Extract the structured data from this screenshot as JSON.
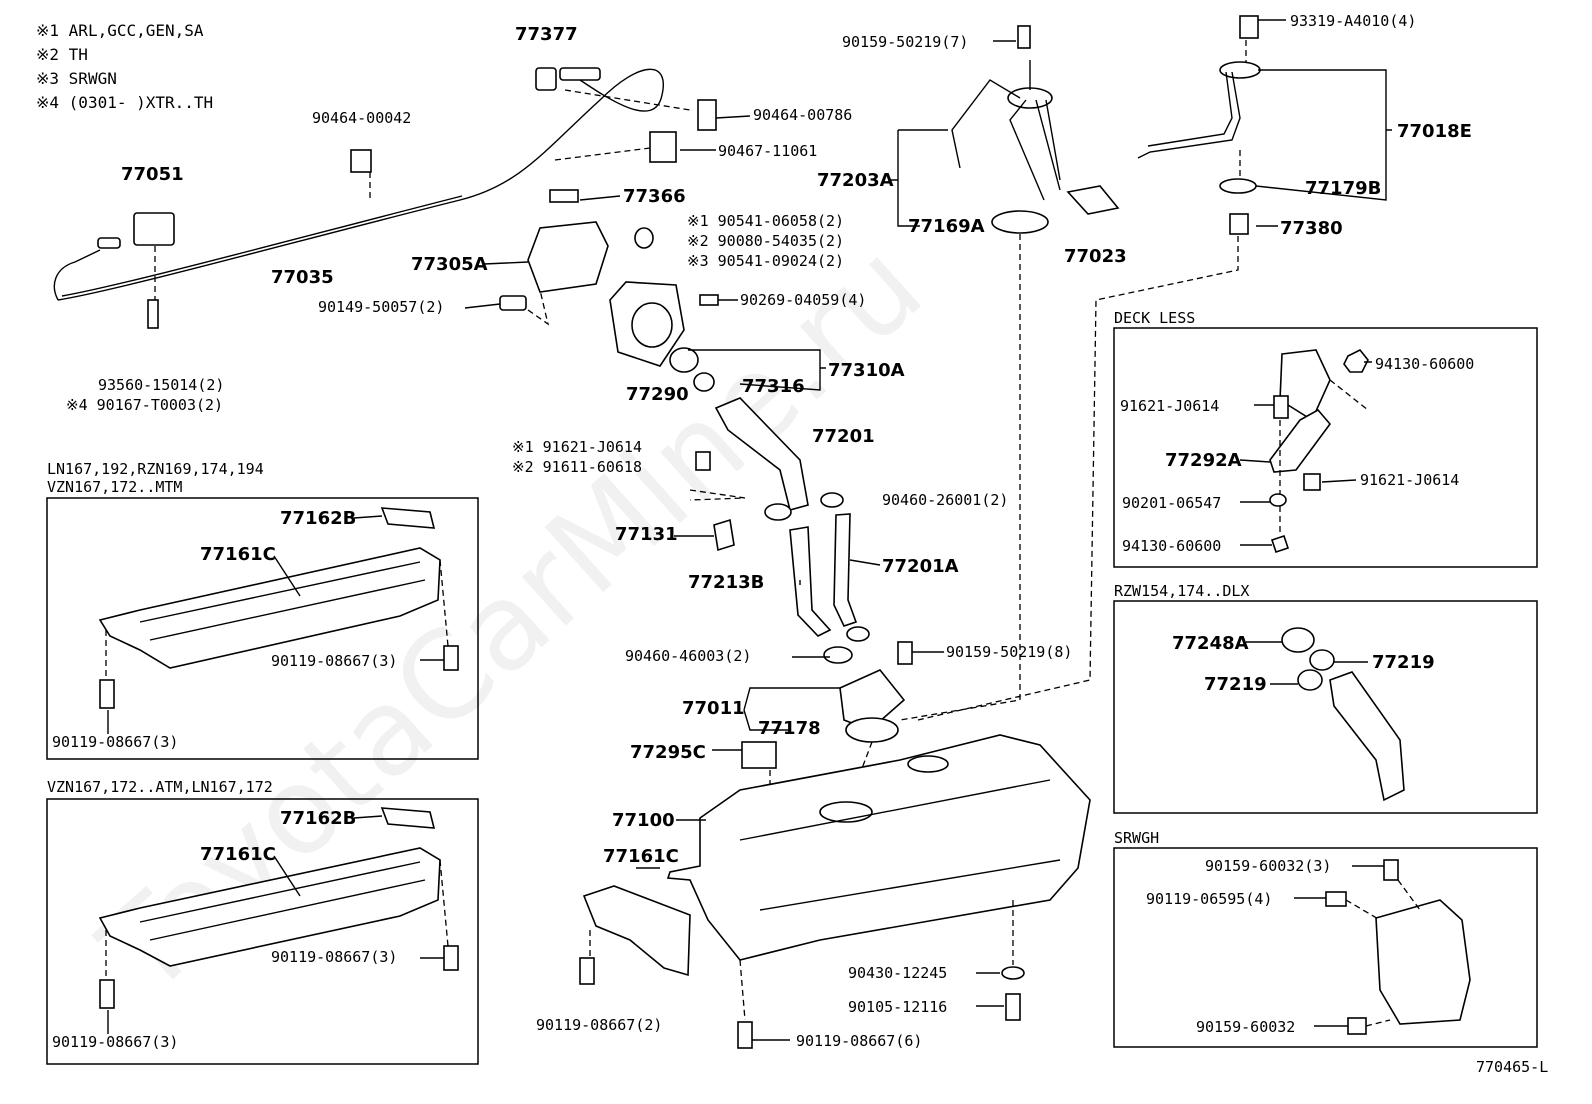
{
  "notes": [
    "※1 ARL,GCC,GEN,SA",
    "※2 TH",
    "※3 SRWGN",
    "※4 (0301-      )XTR..TH"
  ],
  "watermark": "ToyotaCarMine.ru",
  "diagram_code": "770465-L",
  "sections": {
    "ln_mtm": [
      "LN167,192,RZN169,174,194",
      "VZN167,172..MTM"
    ],
    "vzn_atm": "VZN167,172..ATM,LN167,172",
    "deck_less": "DECK LESS",
    "rzw": "RZW154,174..DLX",
    "srwgh": "SRWGH"
  },
  "labels": {
    "p77377": "77377",
    "p90464_00042": "90464-00042",
    "p90464_00786": "90464-00786",
    "p90467_11061": "90467-11061",
    "p77051": "77051",
    "p77366": "77366",
    "p77035": "77035",
    "p77305A": "77305A",
    "n90541_06058": "※1 90541-06058(2)",
    "n90080_54035": "※2 90080-54035(2)",
    "n90541_09024": "※3 90541-09024(2)",
    "p90149_50057": "90149-50057(2)",
    "p90269_04059": "90269-04059(4)",
    "p93560_15014": "93560-15014(2)",
    "n90167_T0003": "※4 90167-T0003(2)",
    "p77290": "77290",
    "p77316": "77316",
    "p77310A": "77310A",
    "p77201": "77201",
    "n91621_J0614": "※1 91621-J0614",
    "n91611_60618": "※2 91611-60618",
    "p90460_26001": "90460-26001(2)",
    "p77131": "77131",
    "p77213B": "77213B",
    "p77201A": "77201A",
    "p90460_46003": "90460-46003(2)",
    "p90159_50219_8": "90159-50219(8)",
    "p77011": "77011",
    "p77178": "77178",
    "p77295C": "77295C",
    "p77100": "77100",
    "p77161C_mid": "77161C",
    "p90119_08667_2": "90119-08667(2)",
    "p90119_08667_6": "90119-08667(6)",
    "p90430_12245": "90430-12245",
    "p90105_12116": "90105-12116",
    "p90159_50219_7": "90159-50219(7)",
    "p77203A": "77203A",
    "p77169A": "77169A",
    "p77023": "77023",
    "p93319_A4010": "93319-A4010(4)",
    "p77018E": "77018E",
    "p77179B": "77179B",
    "p77380": "77380",
    "p77162B_1": "77162B",
    "p77161C_1": "77161C",
    "p90119_08667_3a": "90119-08667(3)",
    "p90119_08667_3b": "90119-08667(3)",
    "p77162B_2": "77162B",
    "p77161C_2": "77161C",
    "p90119_08667_3c": "90119-08667(3)",
    "p90119_08667_3d": "90119-08667(3)",
    "d94130_60600a": "94130-60600",
    "d91621_J0614a": "91621-J0614",
    "d77292A": "77292A",
    "d91621_J0614b": "91621-J0614",
    "d90201_06547": "90201-06547",
    "d94130_60600b": "94130-60600",
    "r77248A": "77248A",
    "r77219a": "77219",
    "r77219b": "77219",
    "s90159_60032_3": "90159-60032(3)",
    "s90119_06595": "90119-06595(4)",
    "s90159_60032": "90159-60032"
  }
}
